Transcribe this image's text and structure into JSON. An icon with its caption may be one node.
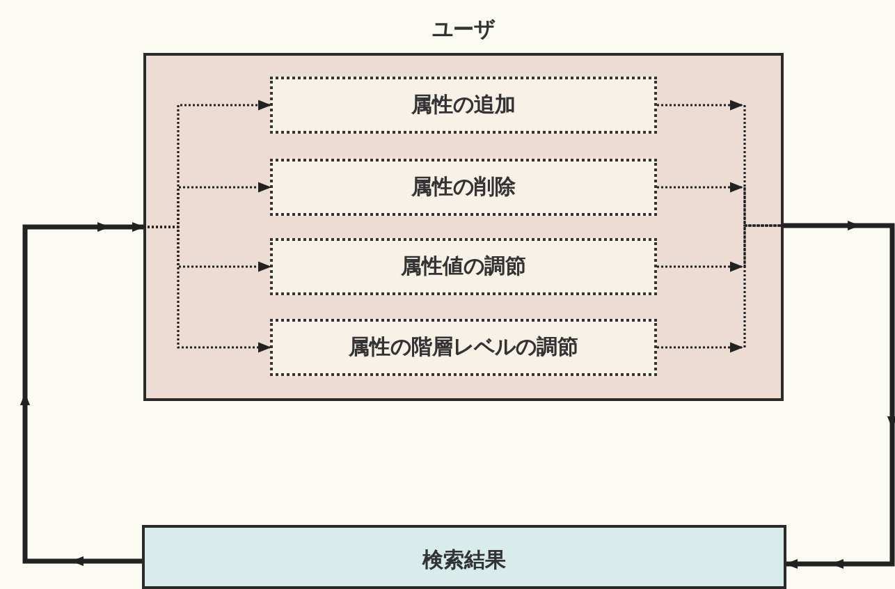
{
  "diagram": {
    "nodes": [
      {
        "text": [
          "ユーザ"
        ]
      },
      {
        "text": [
          "属性の追加"
        ],
        "in": 0
      },
      {
        "text": [
          "属性の削除"
        ],
        "in": 0
      },
      {
        "text": [
          "属性値の調節"
        ],
        "in": 0
      },
      {
        "text": [
          "属性の階層レベルの調節"
        ],
        "in": 0
      },
      {
        "text": [
          "検索結果"
        ]
      }
    ],
    "edges": [
      {
        "from": 0,
        "to": 5,
        "arrow": "to",
        "style": "thick"
      },
      {
        "from": 5,
        "to": 0,
        "arrow": "to",
        "style": "thick"
      },
      {
        "from": 0,
        "to": 1,
        "arrow": "to",
        "style": "dashed"
      },
      {
        "from": 0,
        "to": 2,
        "arrow": "to",
        "style": "dashed"
      },
      {
        "from": 0,
        "to": 3,
        "arrow": "to",
        "style": "dashed"
      },
      {
        "from": 0,
        "to": 4,
        "arrow": "to",
        "style": "dashed"
      },
      {
        "from": 1,
        "to": null,
        "arrow": "to",
        "style": "dashed"
      },
      {
        "from": 2,
        "to": null,
        "arrow": "to",
        "style": "dashed"
      },
      {
        "from": 3,
        "to": null,
        "arrow": "to",
        "style": "dashed"
      },
      {
        "from": 4,
        "to": null,
        "arrow": "to",
        "style": "dashed"
      }
    ]
  }
}
